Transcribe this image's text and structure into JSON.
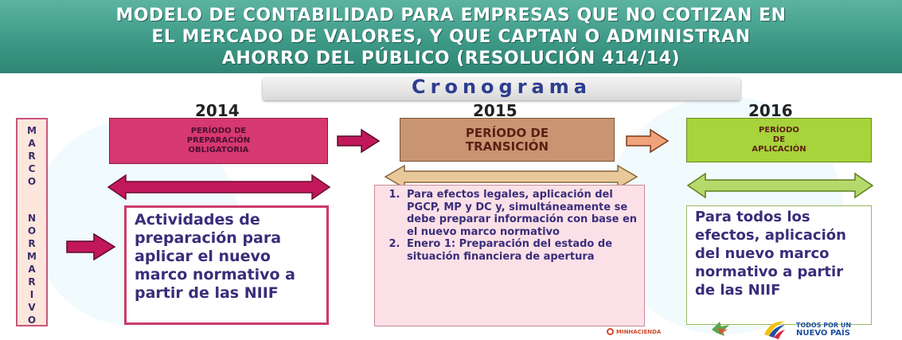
{
  "header": {
    "title_lines": [
      "MODELO DE CONTABILIDAD PARA EMPRESAS QUE NO COTIZAN EN",
      "EL MERCADO DE VALORES, Y QUE CAPTAN O ADMINISTRAN",
      "AHORRO DEL PÚBLICO (RESOLUCIÓN 414/14)"
    ]
  },
  "subtitle": "Cronograma",
  "years": [
    "2014",
    "2015",
    "2016"
  ],
  "side_label": {
    "word1": [
      "M",
      "A",
      "R",
      "C",
      "O"
    ],
    "word2": [
      "N",
      "O",
      "R",
      "M",
      "A",
      "R",
      "I",
      "V",
      "O"
    ]
  },
  "periods": [
    {
      "lines": [
        "PERÍODO DE",
        "PREPARACIÓN",
        "OBLIGATORIA"
      ]
    },
    {
      "lines": [
        "PERÍODO DE",
        "TRANSICIÓN"
      ]
    },
    {
      "lines": [
        "PERÍODO",
        "DE",
        "APLICACIÓN"
      ]
    }
  ],
  "content": {
    "col1": "Actividades de preparación para aplicar el nuevo marco normativo a partir de las NIIF",
    "col2_items": [
      "Para efectos legales, aplicación del PGCP, MP y DC y, simultáneamente se debe preparar información con base en el nuevo marco normativo",
      "Enero 1: Preparación del estado de situación financiera de apertura"
    ],
    "col3": "Para todos los efectos, aplicación del nuevo marco normativo a partir de las NIIF"
  },
  "footer": {
    "ministry": "MINHACIENDA",
    "slogan_line1": "TODOS POR UN",
    "slogan_line2": "NUEVO PAÍS"
  },
  "colors": {
    "header": "#3e9a88",
    "period1": "#d6386f",
    "period2": "#c89472",
    "period3": "#a7d33b",
    "accent_text": "#3a2d7a",
    "cronograma": "#2e3d8f"
  }
}
